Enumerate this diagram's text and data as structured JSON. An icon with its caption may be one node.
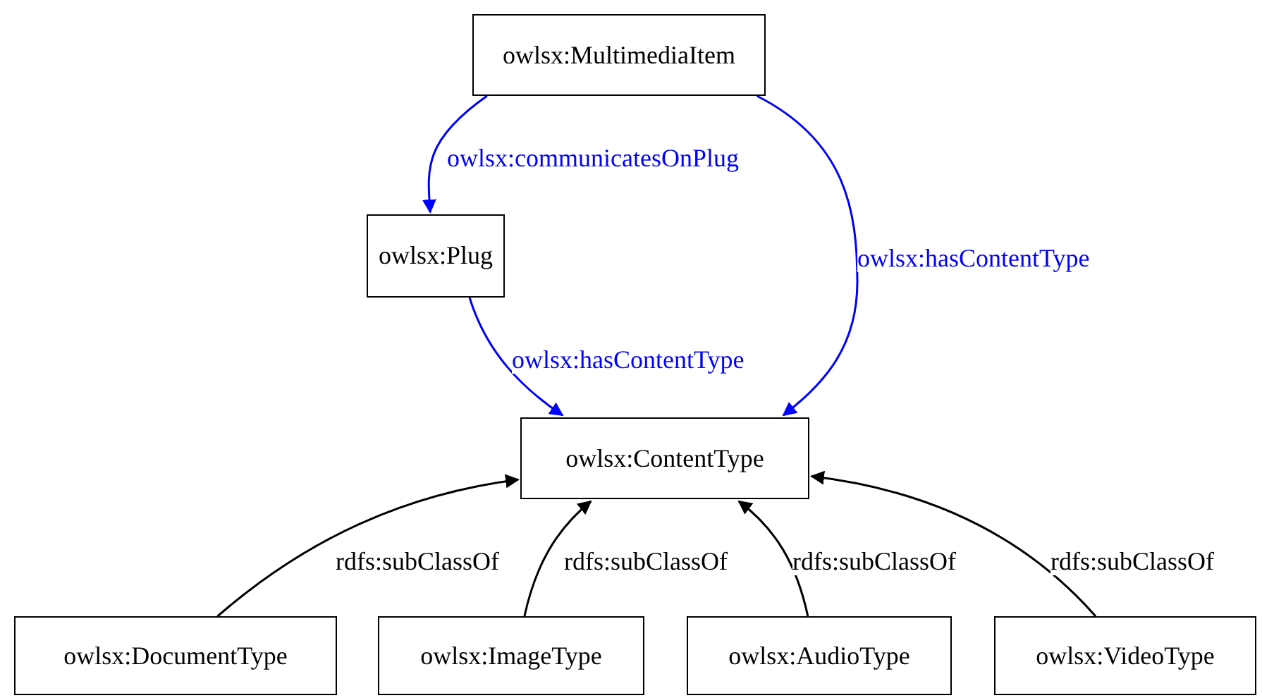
{
  "diagram": {
    "nodes": [
      {
        "text": [
          "owlsx:MultimediaItem"
        ]
      },
      {
        "text": [
          "owlsx:Plug"
        ]
      },
      {
        "text": [
          "owlsx:ContentType"
        ]
      },
      {
        "text": [
          "owlsx:DocumentType"
        ]
      },
      {
        "text": [
          "owlsx:ImageType"
        ]
      },
      {
        "text": [
          "owlsx:AudioType"
        ]
      },
      {
        "text": [
          "owlsx:VideoType"
        ]
      }
    ],
    "edges": [
      {
        "from": 0,
        "to": 1,
        "arrow": "to",
        "label": "owlsx:communicatesOnPlug",
        "color": "#0000ff"
      },
      {
        "from": 1,
        "to": 2,
        "arrow": "to",
        "label": "owlsx:hasContentType",
        "color": "#0000ff"
      },
      {
        "from": 0,
        "to": 2,
        "arrow": "to",
        "label": "owlsx:hasContentType",
        "color": "#0000ff"
      },
      {
        "from": 3,
        "to": 2,
        "arrow": "to",
        "label": "rdfs:subClassOf"
      },
      {
        "from": 4,
        "to": 2,
        "arrow": "to",
        "label": "rdfs:subClassOf"
      },
      {
        "from": 5,
        "to": 2,
        "arrow": "to",
        "label": "rdfs:subClassOf"
      },
      {
        "from": 6,
        "to": 2,
        "arrow": "to",
        "label": "rdfs:subClassOf"
      }
    ]
  }
}
